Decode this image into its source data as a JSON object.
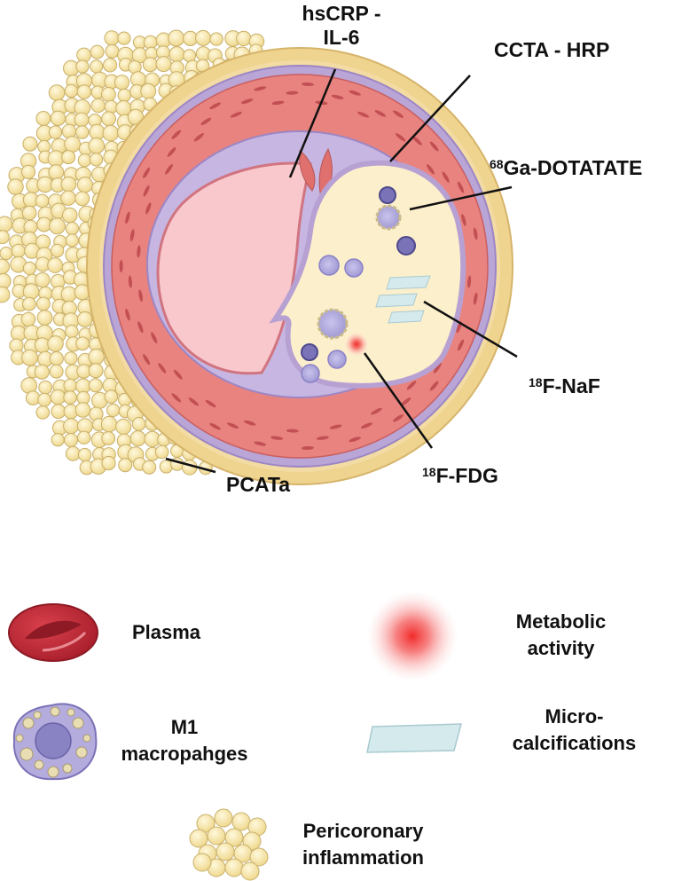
{
  "colors": {
    "adventitia": "#F2D9A0",
    "media": "#E88B86",
    "lamina": "#BDA9D9",
    "lumen": "#F8C9CC",
    "plaque": "#FCEFCF",
    "fat": "#F6E6AE",
    "macrophage": "#B8B2E0",
    "calcification": "#D6EBEE",
    "plasma": "#C9313D",
    "metabolic": "#F23A3A"
  },
  "labels": {
    "hscrp_line1": "hsCRP -",
    "hscrp_line2": "IL-6",
    "ccta": "CCTA - HRP",
    "ga_sup": "68",
    "ga_text": "Ga-DOTATATE",
    "naf_sup": "18",
    "naf_text": "F-NaF",
    "fdg_sup": "18",
    "fdg_text": "F-FDG",
    "pcata": "PCATa"
  },
  "legend": {
    "plasma": "Plasma",
    "metabolic_line1": "Metabolic",
    "metabolic_line2": "activity",
    "m1_line1": "M1",
    "m1_line2": "macropahges",
    "micro_line1": "Micro-",
    "micro_line2": "calcifications",
    "peri_line1": "Pericoronary",
    "peri_line2": "inflammation"
  }
}
